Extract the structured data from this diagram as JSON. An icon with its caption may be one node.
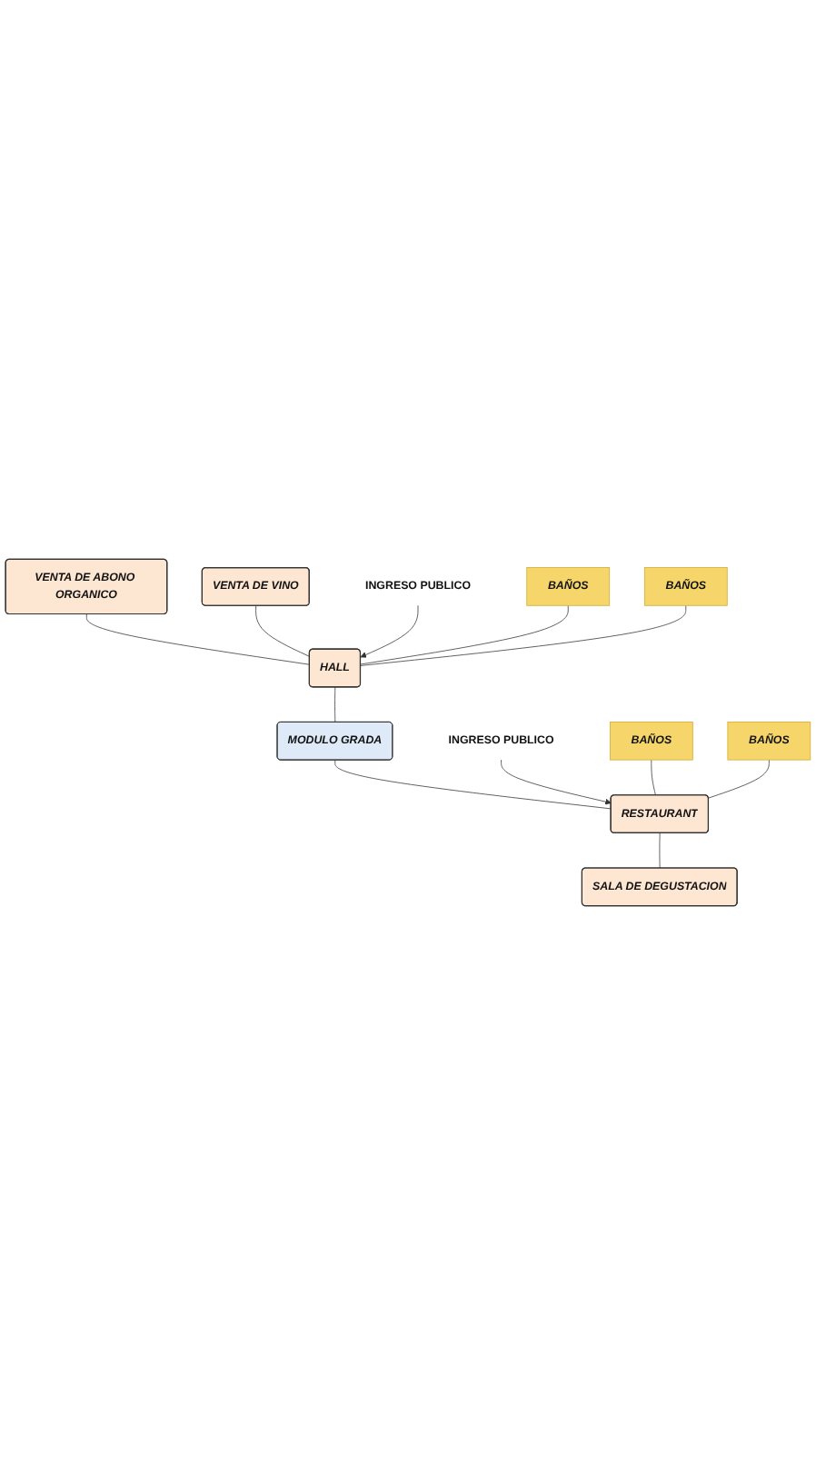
{
  "diagram": {
    "nodes": [
      {
        "text": [
          "VENTA DE ABONO ORGANICO"
        ]
      },
      {
        "text": [
          "VENTA DE VINO"
        ]
      },
      {
        "text": [
          "HALL"
        ]
      },
      {
        "text": [
          "INGRESO PUBLICO"
        ]
      },
      {
        "text": [
          "BAÑOS"
        ]
      },
      {
        "text": [
          "BAÑOS"
        ]
      },
      {
        "text": [
          "MODULO GRADA"
        ]
      },
      {
        "text": [
          "INGRESO PUBLICO"
        ]
      },
      {
        "text": [
          "RESTAURANT"
        ]
      },
      {
        "text": [
          "BAÑOS"
        ]
      },
      {
        "text": [
          "BAÑOS"
        ]
      },
      {
        "text": [
          "SALA DE DEGUSTACION"
        ]
      }
    ],
    "edges": [
      {
        "from": 0,
        "to": 2,
        "arrow": "none"
      },
      {
        "from": 1,
        "to": 2,
        "arrow": "none"
      },
      {
        "from": 3,
        "to": 2,
        "arrow": "to"
      },
      {
        "from": 4,
        "to": 2,
        "arrow": "none"
      },
      {
        "from": 5,
        "to": 2,
        "arrow": "none"
      },
      {
        "from": 2,
        "to": 6,
        "arrow": "none"
      },
      {
        "from": 6,
        "to": 8,
        "arrow": "none"
      },
      {
        "from": 7,
        "to": 8,
        "arrow": "to"
      },
      {
        "from": 9,
        "to": 8,
        "arrow": "none"
      },
      {
        "from": 10,
        "to": 8,
        "arrow": "none"
      },
      {
        "from": 8,
        "to": 11,
        "arrow": "none"
      }
    ]
  }
}
